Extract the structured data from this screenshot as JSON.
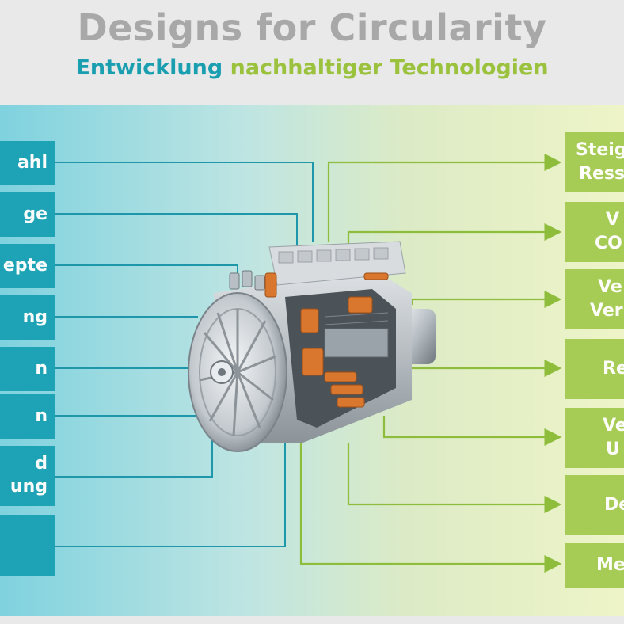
{
  "header": {
    "title": "Designs for Circularity",
    "subtitle_part1": "Entwicklung",
    "subtitle_part2": "nachhaltiger Technologien"
  },
  "left_boxes": [
    {
      "lines": [
        "ahl"
      ]
    },
    {
      "lines": [
        "ge"
      ]
    },
    {
      "lines": [
        "epte"
      ]
    },
    {
      "lines": [
        "ng"
      ]
    },
    {
      "lines": [
        "n"
      ]
    },
    {
      "lines": [
        "n"
      ]
    },
    {
      "lines": [
        "d",
        "ung"
      ]
    },
    {
      "lines": [
        ""
      ]
    }
  ],
  "right_boxes": [
    {
      "lines": [
        "Steig",
        "Ress"
      ]
    },
    {
      "lines": [
        "V",
        "CO"
      ]
    },
    {
      "lines": [
        "Ve",
        "Ver"
      ]
    },
    {
      "lines": [
        "",
        "Re"
      ]
    },
    {
      "lines": [
        "Ve",
        "U"
      ]
    },
    {
      "lines": [
        "",
        "De"
      ]
    },
    {
      "lines": [
        "Me"
      ]
    }
  ],
  "colors": {
    "teal": "#1ea3b6",
    "green": "#a6cc55",
    "title_gray": "#a8a8a8"
  },
  "illustration": {
    "icon": "electric-motor-cutaway-icon"
  }
}
